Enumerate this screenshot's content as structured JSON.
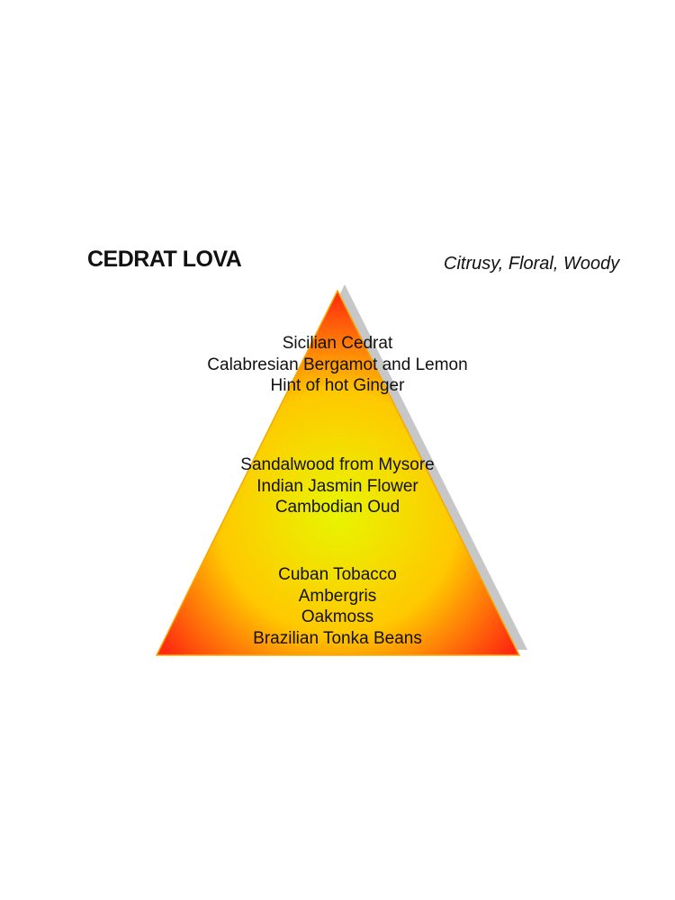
{
  "header": {
    "title": "CEDRAT LOVA",
    "subtitle": "Citrusy, Floral, Woody"
  },
  "pyramid": {
    "colors": {
      "center": "#e8f500",
      "mid": "#ffc800",
      "edge": "#ff2a10",
      "shadow": "#bdbdbd"
    },
    "tiers": [
      {
        "name": "top",
        "notes": [
          "Sicilian Cedrat",
          "Calabresian Bergamot and Lemon",
          "Hint of hot Ginger"
        ]
      },
      {
        "name": "middle",
        "notes": [
          "Sandalwood from Mysore",
          "Indian Jasmin Flower",
          "Cambodian Oud"
        ]
      },
      {
        "name": "base",
        "notes": [
          "Cuban Tobacco",
          "Ambergris",
          "Oakmoss",
          "Brazilian Tonka Beans"
        ]
      }
    ]
  }
}
